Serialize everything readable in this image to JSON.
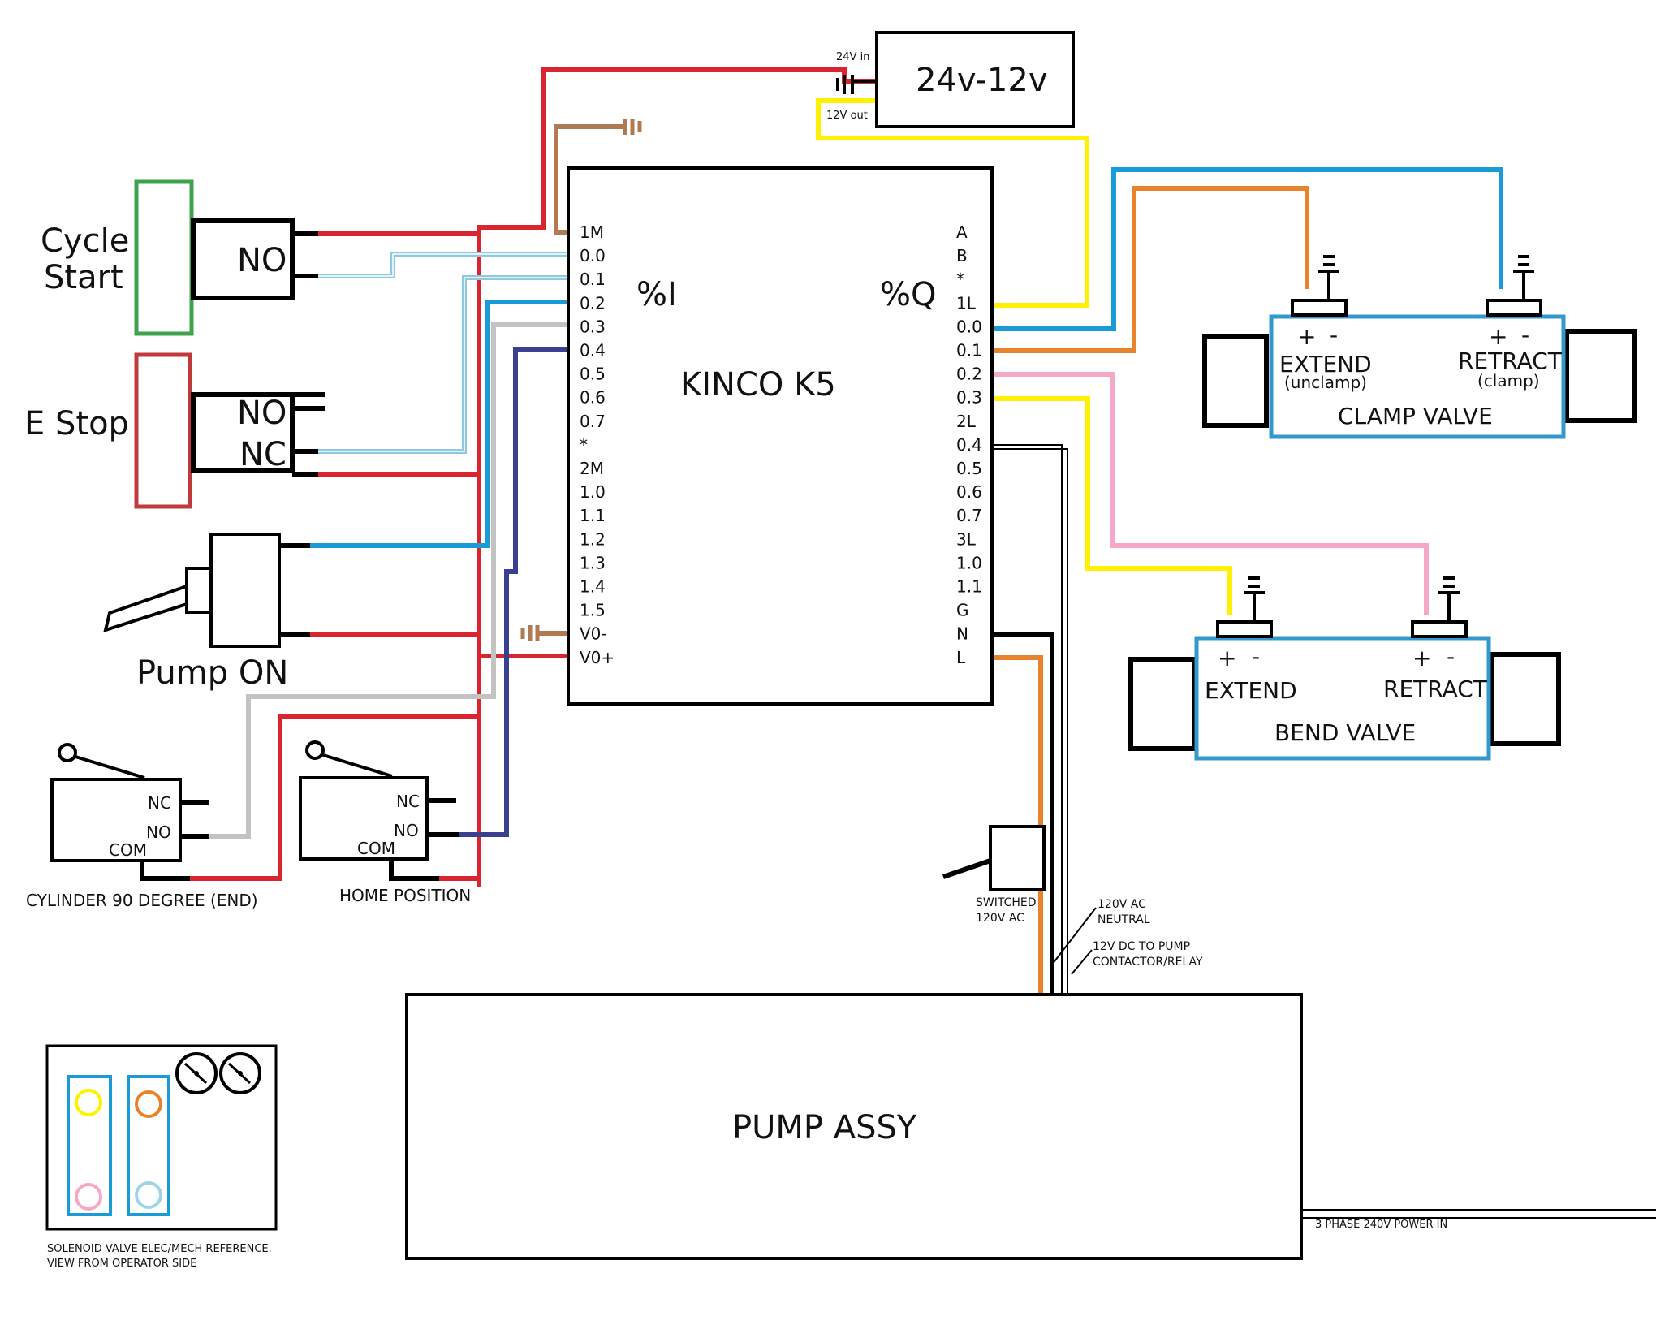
{
  "converter": {
    "title": "24v-12v",
    "in_label": "24V in",
    "out_label": "12V out"
  },
  "plc": {
    "title": "KINCO K5",
    "input_heading": "%I",
    "output_heading": "%Q",
    "inputs": [
      "1M",
      "0.0",
      "0.1",
      "0.2",
      "0.3",
      "0.4",
      "0.5",
      "0.6",
      "0.7",
      "*",
      "2M",
      "1.0",
      "1.1",
      "1.2",
      "1.3",
      "1.4",
      "1.5",
      "V0-",
      "V0+"
    ],
    "outputs": [
      "A",
      "B",
      "*",
      "1L",
      "0.0",
      "0.1",
      "0.2",
      "0.3",
      "2L",
      "0.4",
      "0.5",
      "0.6",
      "0.7",
      "3L",
      "1.0",
      "1.1",
      "G",
      "N",
      "L"
    ]
  },
  "cycle_start": {
    "label_line1": "Cycle",
    "label_line2": "Start",
    "contact": "NO"
  },
  "estop": {
    "label": "E Stop",
    "contact_no": "NO",
    "contact_nc": "NC"
  },
  "pump_switch": {
    "label": "Pump ON"
  },
  "limit_end": {
    "nc": "NC",
    "no": "NO",
    "com": "COM",
    "caption": "CYLINDER 90 DEGREE (END)"
  },
  "limit_home": {
    "nc": "NC",
    "no": "NO",
    "com": "COM",
    "caption": "HOME POSITION"
  },
  "clamp_valve": {
    "plus": "+",
    "minus": "-",
    "extend": "EXTEND",
    "extend_sub": "(unclamp)",
    "retract": "RETRACT",
    "retract_sub": "(clamp)",
    "title": "CLAMP VALVE"
  },
  "bend_valve": {
    "plus": "+",
    "minus": "-",
    "extend": "EXTEND",
    "retract": "RETRACT",
    "title": "BEND VALVE"
  },
  "pump": {
    "title": "PUMP ASSY",
    "power_in": "3 PHASE 240V POWER IN"
  },
  "notes": {
    "switched_line1": "SWITCHED",
    "switched_line2": "120V AC",
    "neutral_line1": "120V AC",
    "neutral_line2": "NEUTRAL",
    "dc_line1": "12V DC TO PUMP",
    "dc_line2": "CONTACTOR/RELAY"
  },
  "reference": {
    "caption_line1": "SOLENOID VALVE ELEC/MECH REFERENCE.",
    "caption_line2": "VIEW FROM OPERATOR SIDE"
  },
  "colors": {
    "red": "#d9252f",
    "yellow": "#fff200",
    "blue": "#1a9ad6",
    "orange": "#e8822c",
    "pink": "#f7a8c8",
    "brown": "#b07a52",
    "grey": "#c3c3c3",
    "navy": "#3a3f8f",
    "lightblue": "#9fd4e6",
    "green": "#3fa34d",
    "darkred": "#c0393b",
    "valve_border": "#3399cc"
  }
}
